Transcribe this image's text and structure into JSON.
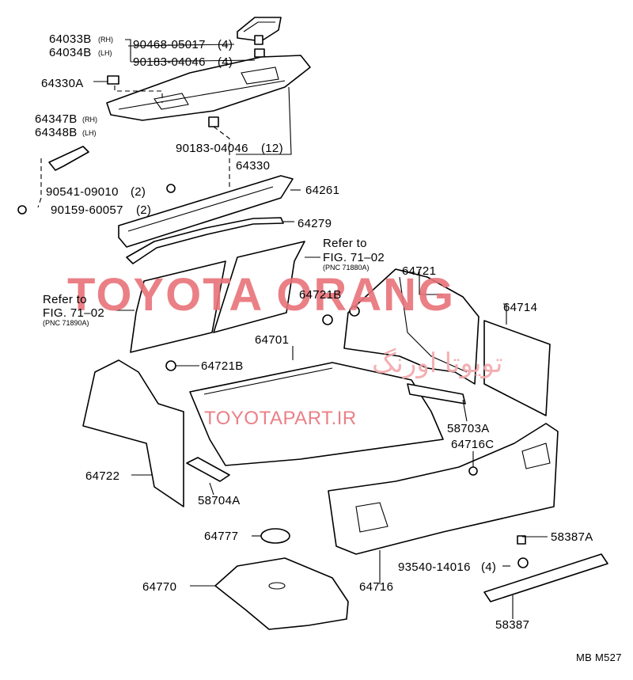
{
  "labels": {
    "p64033b": "64033B",
    "rh1": "(RH)",
    "p64034b": "64034B",
    "lh1": "(LH)",
    "p90468": "90468-05017",
    "q4a": "(4)",
    "p90183a": "90183-04046",
    "q4b": "(4)",
    "p64330a": "64330A",
    "p64347b": "64347B",
    "rh2": "(RH)",
    "p64348b": "64348B",
    "lh2": "(LH)",
    "p90183b": "90183-04046",
    "q12": "(12)",
    "p64330": "64330",
    "p90541": "90541-09010",
    "q2a": "(2)",
    "p90159": "90159-60057",
    "q2b": "(2)",
    "p64261": "64261",
    "p64279": "64279",
    "refer1": "Refer to",
    "fig1": "FIG. 71–02",
    "pnc1": "(PNC 71880A)",
    "p64721": "64721",
    "p64721b_top": "64721B",
    "p64714": "64714",
    "refer2": "Refer to",
    "fig2": "FIG. 71–02",
    "pnc2": "(PNC 71890A)",
    "p64701": "64701",
    "p64721b_mid": "64721B",
    "p58703a": "58703A",
    "p64716c": "64716C",
    "p64722": "64722",
    "p58704a": "58704A",
    "p64777": "64777",
    "p58387a": "58387A",
    "p93540": "93540-14016",
    "q4c": "(4)",
    "p64770": "64770",
    "p64716": "64716",
    "p58387": "58387",
    "code": "MB M527"
  },
  "watermark": {
    "brand": "TOYOTA ORANG",
    "url": "TOYOTAPART.IR",
    "persian": "تویوتا اورنگ",
    "color": "#e8737a"
  }
}
